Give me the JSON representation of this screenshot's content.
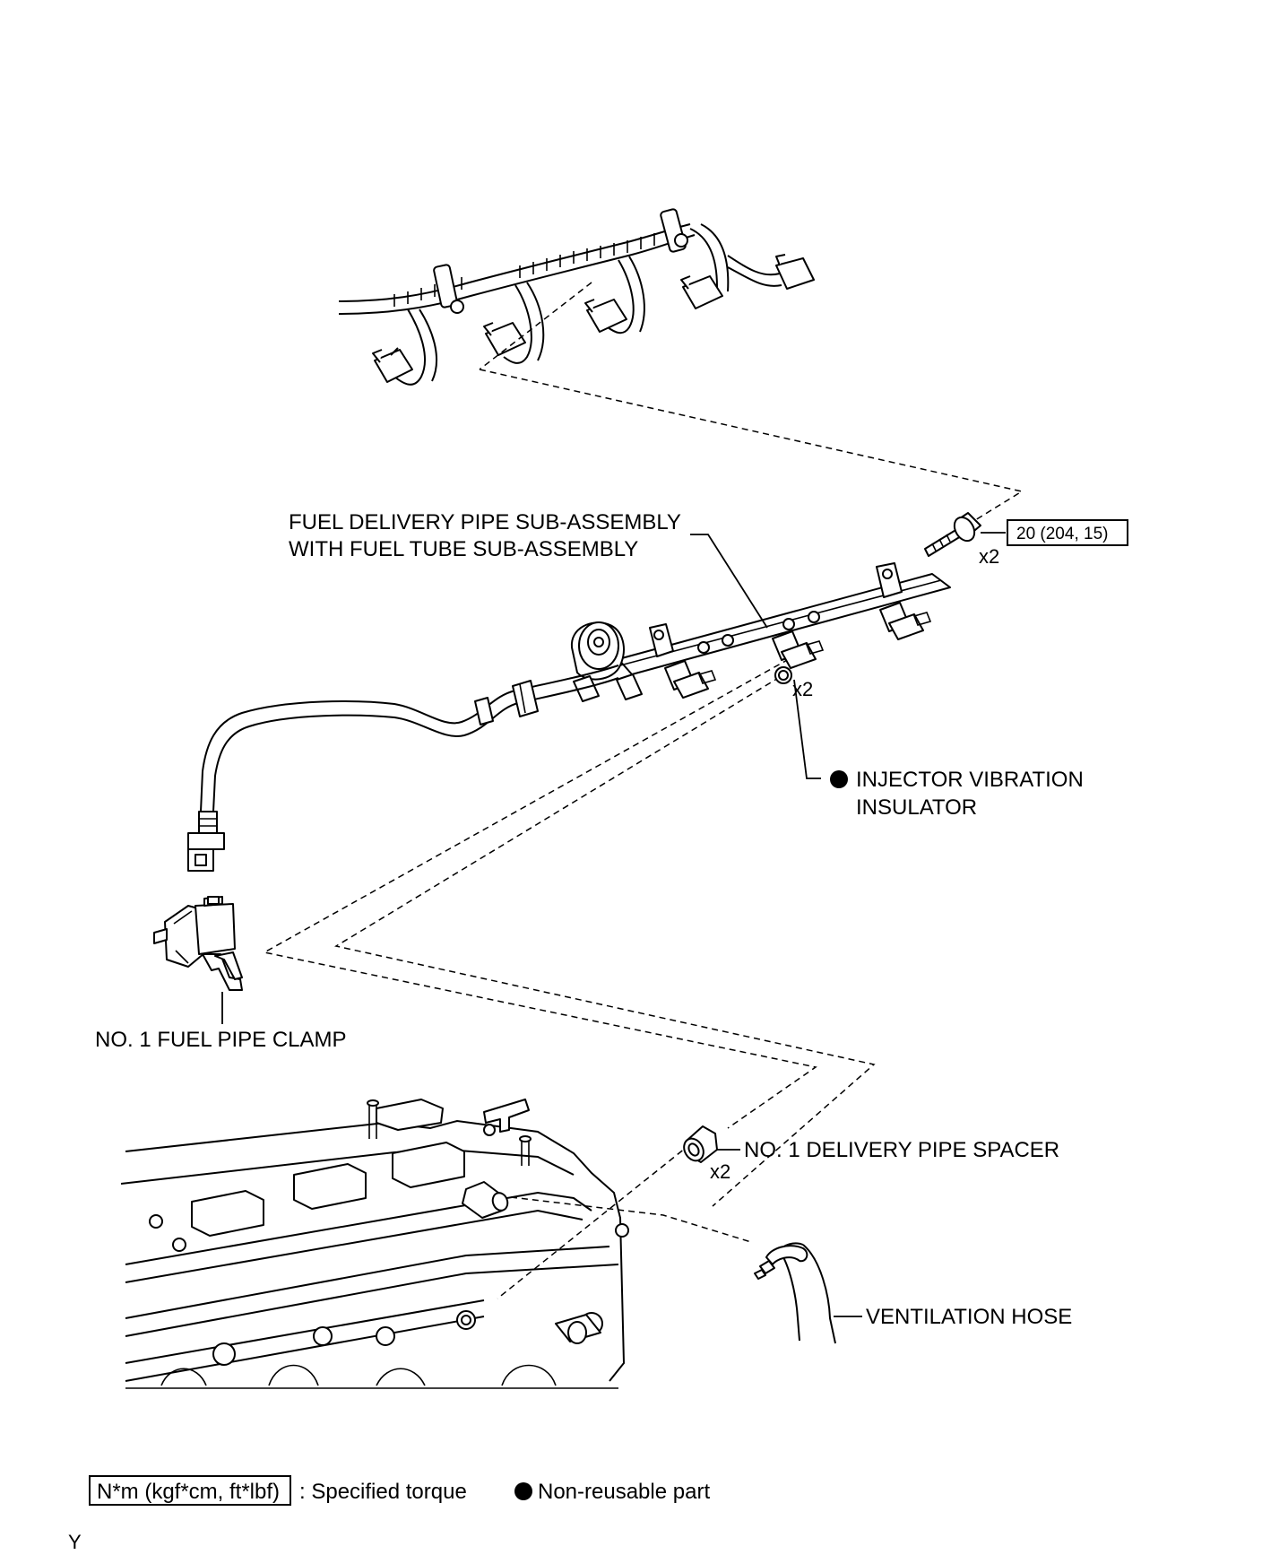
{
  "labels": {
    "fuel_delivery_pipe_line1": "FUEL DELIVERY PIPE SUB-ASSEMBLY",
    "fuel_delivery_pipe_line2": "WITH FUEL TUBE SUB-ASSEMBLY",
    "injector_vibration_line1": "INJECTOR VIBRATION",
    "injector_vibration_line2": "INSULATOR",
    "no1_fuel_pipe_clamp": "NO. 1 FUEL PIPE CLAMP",
    "no1_delivery_pipe_spacer": "NO. 1 DELIVERY PIPE SPACER",
    "ventilation_hose": "VENTILATION HOSE"
  },
  "quantities": {
    "bolt": "x2",
    "insulator": "x2",
    "spacer": "x2"
  },
  "torque": {
    "bolt": "20 (204, 15)"
  },
  "legend": {
    "torque_box": "N*m (kgf*cm, ft*lbf)",
    "torque_desc": ": Specified torque",
    "nonreusable_desc": "Non-reusable part"
  },
  "corner_mark": "Y",
  "colors": {
    "ink": "#000000",
    "paper": "#ffffff"
  }
}
